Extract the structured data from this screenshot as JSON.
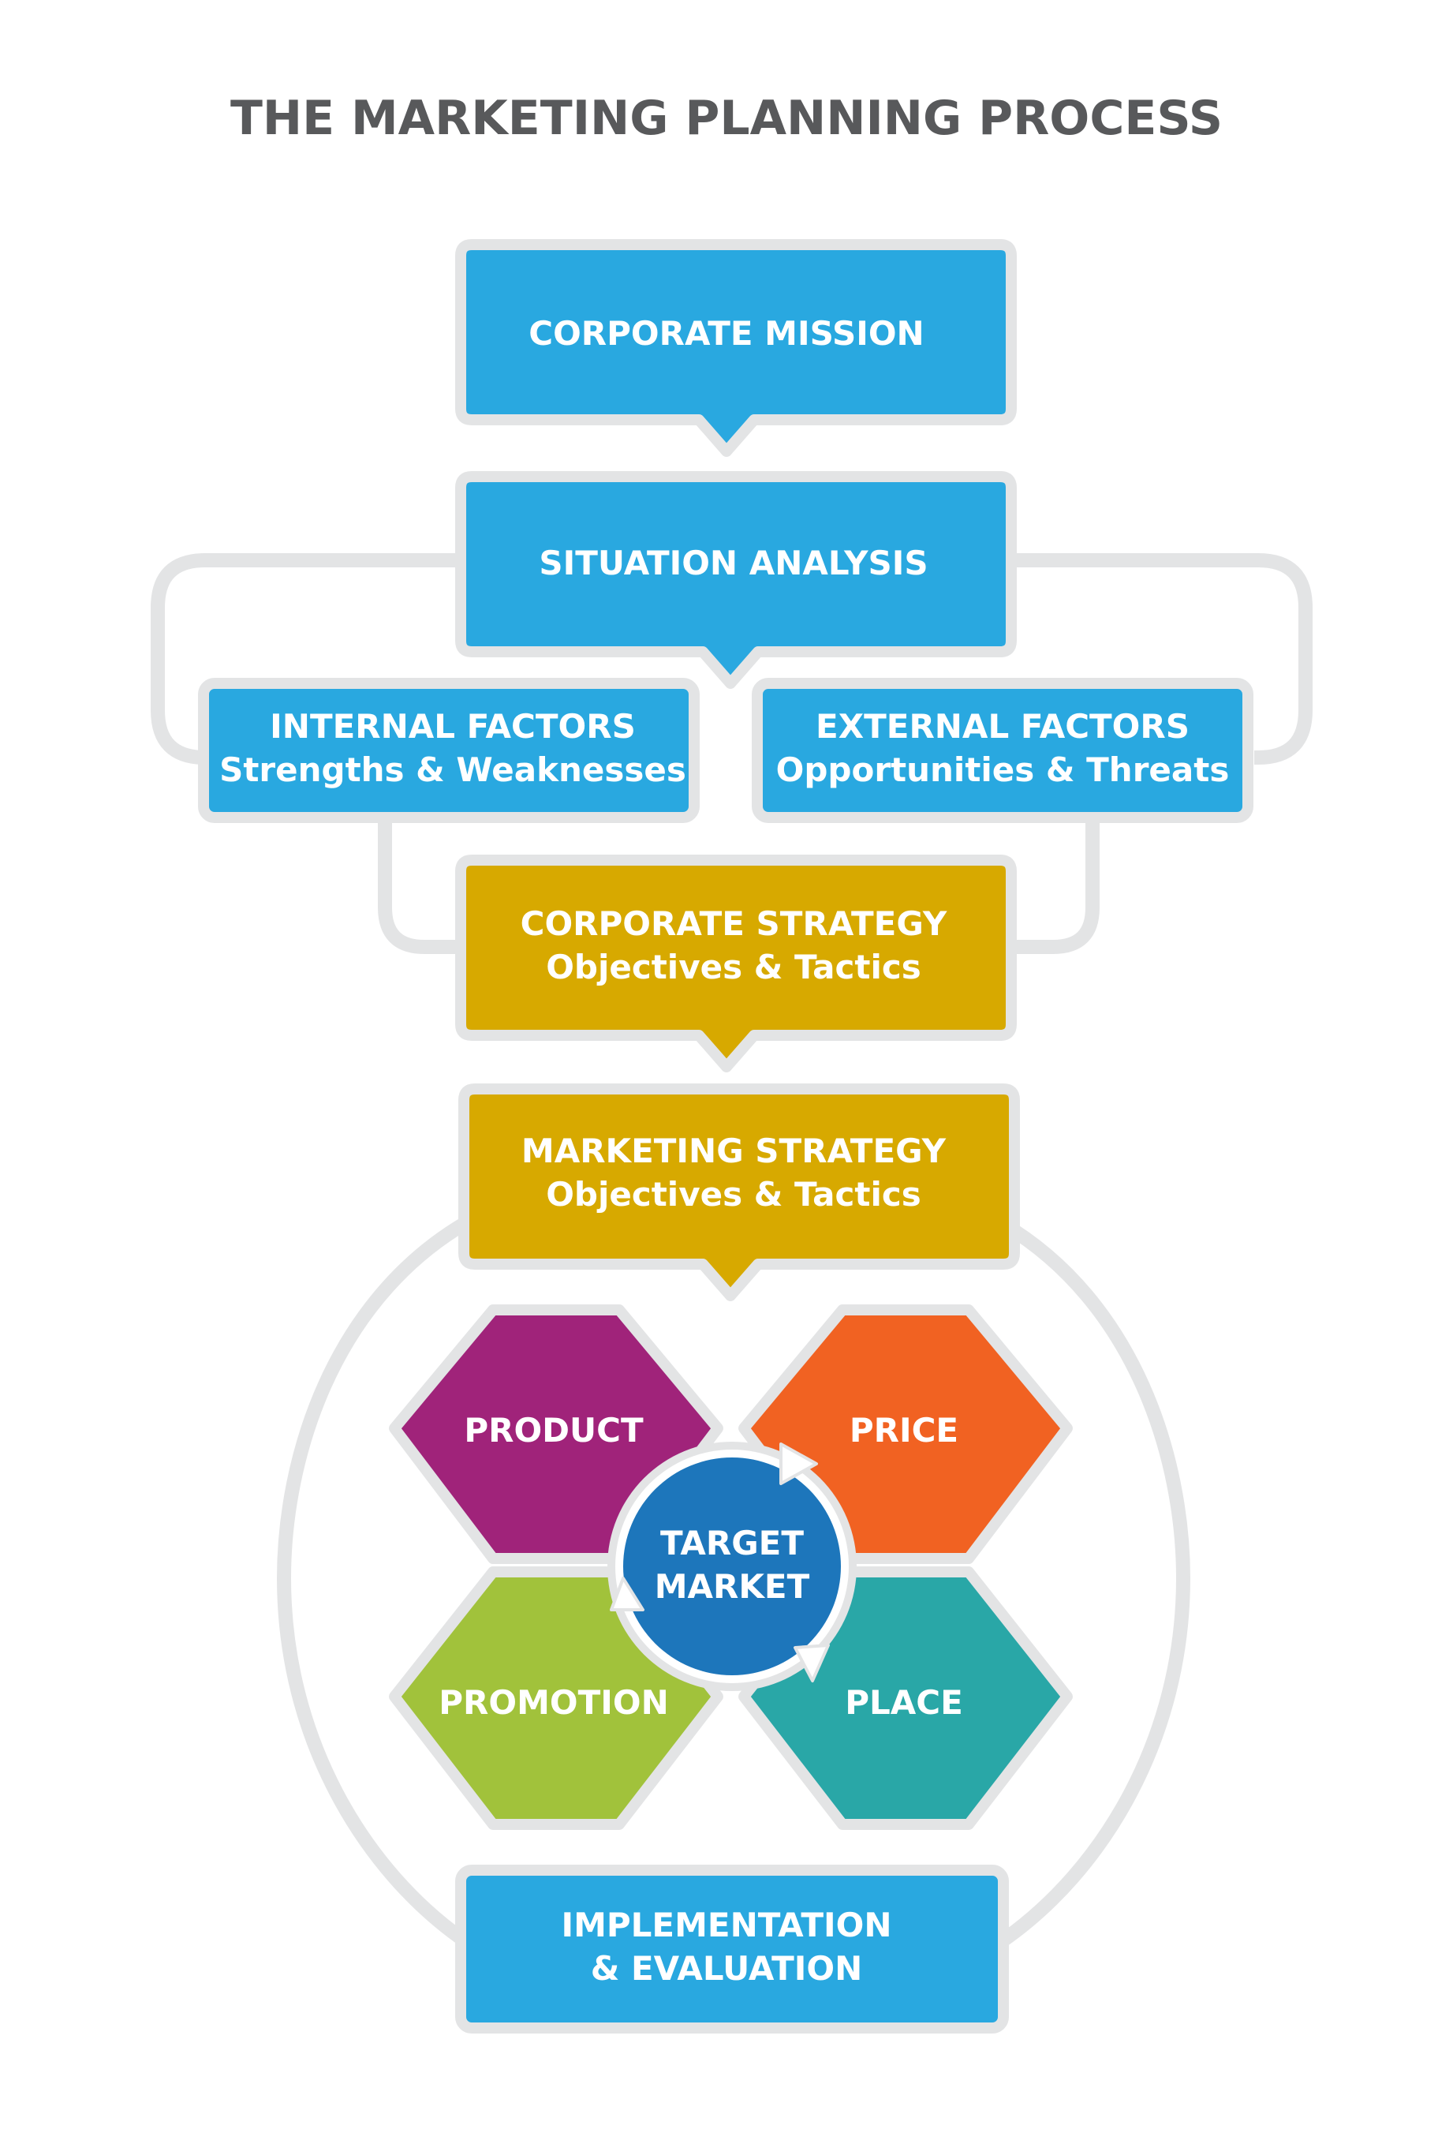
{
  "title": "THE MARKETING PLANNING PROCESS",
  "colors": {
    "blue": "#29a8e0",
    "gold": "#d7a900",
    "connector": "#e3e4e5",
    "product": "#a0237a",
    "price": "#f16222",
    "promotion": "#a1c23b",
    "place": "#29a7a7",
    "target": "#1d76bb"
  },
  "boxes": {
    "corporate_mission": {
      "line1": "CORPORATE MISSION"
    },
    "situation_analysis": {
      "line1": "SITUATION ANALYSIS"
    },
    "internal_factors": {
      "line1": "INTERNAL FACTORS",
      "line2": "Strengths & Weaknesses"
    },
    "external_factors": {
      "line1": "EXTERNAL FACTORS",
      "line2": "Opportunities & Threats"
    },
    "corporate_strategy": {
      "line1": "CORPORATE STRATEGY",
      "line2": "Objectives & Tactics"
    },
    "marketing_strategy": {
      "line1": "MARKETING STRATEGY",
      "line2": "Objectives & Tactics"
    },
    "implementation": {
      "line1": "IMPLEMENTATION",
      "line2": "& EVALUATION"
    }
  },
  "marketing_mix": {
    "product": "PRODUCT",
    "price": "PRICE",
    "promotion": "PROMOTION",
    "place": "PLACE"
  },
  "target_market": {
    "line1": "TARGET",
    "line2": "MARKET"
  }
}
